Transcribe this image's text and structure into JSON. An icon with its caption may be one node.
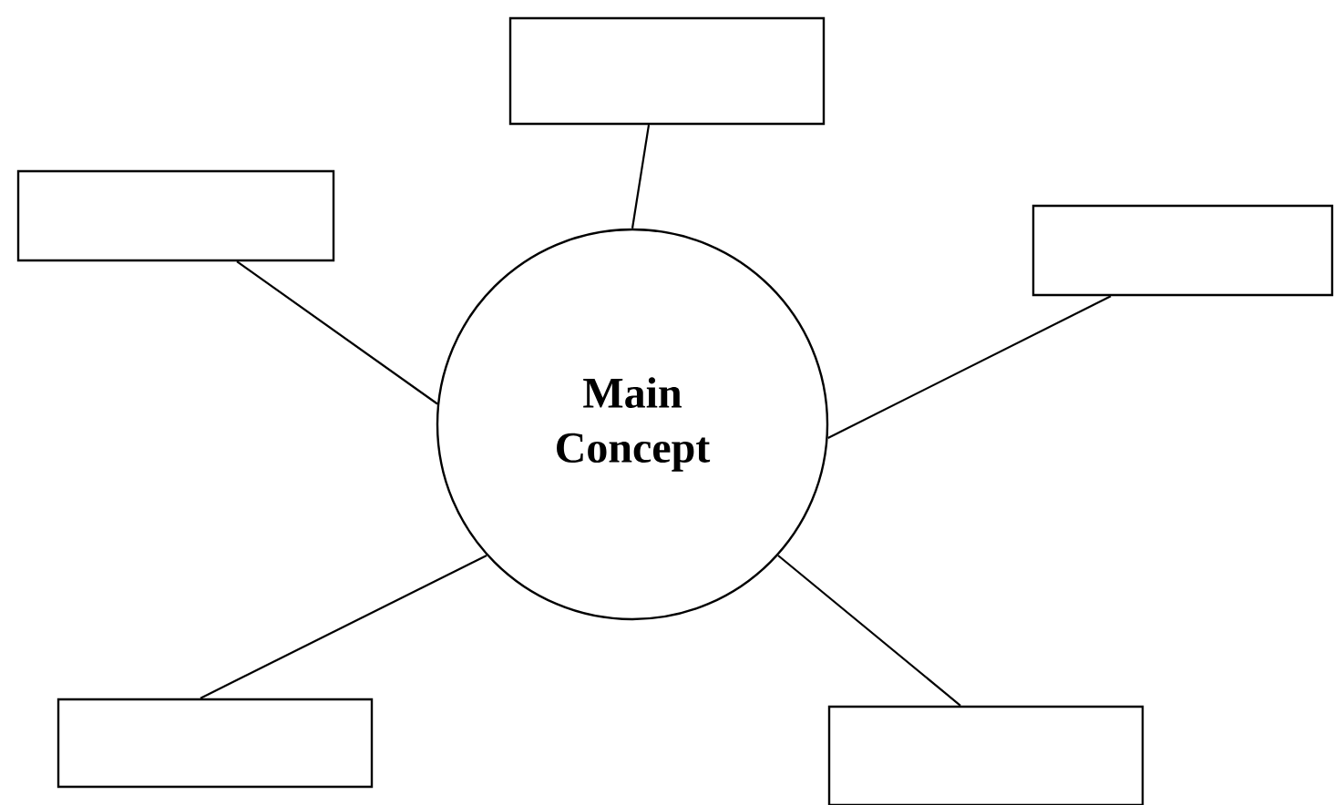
{
  "diagram": {
    "nodes": [
      {
        "text": [
          "Main Concept"
        ]
      },
      {
        "text": [],
        "shape": "box"
      },
      {
        "text": [],
        "shape": "box"
      },
      {
        "text": [],
        "shape": "box"
      },
      {
        "text": [],
        "shape": "box"
      },
      {
        "text": [],
        "shape": "box"
      }
    ],
    "edges": [
      {
        "from": 0,
        "to": 1,
        "arrow": "none"
      },
      {
        "from": 0,
        "to": 2,
        "arrow": "none"
      },
      {
        "from": 0,
        "to": 3,
        "arrow": "none"
      },
      {
        "from": 0,
        "to": 4,
        "arrow": "none"
      },
      {
        "from": 0,
        "to": 5,
        "arrow": "none"
      }
    ]
  }
}
